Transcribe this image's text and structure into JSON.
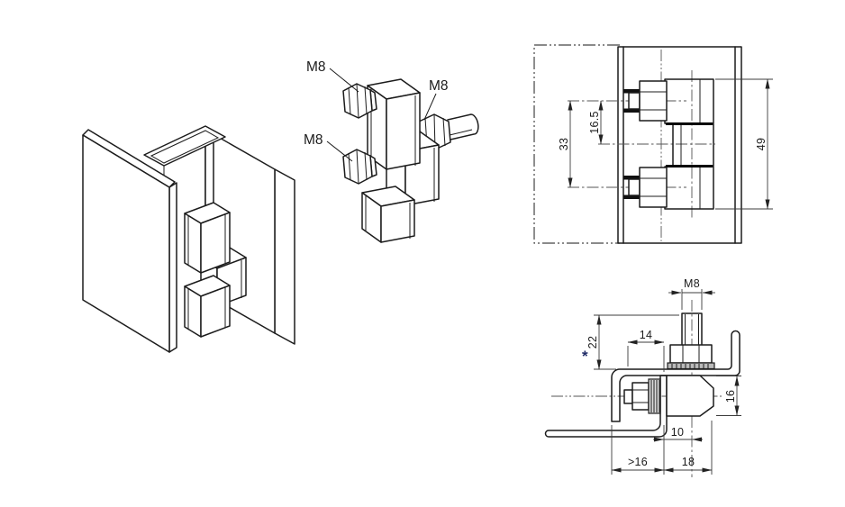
{
  "page": {
    "background": "#ffffff"
  },
  "colors": {
    "object_line": "#1c1c1c",
    "dimension_line": "#3c3c3c",
    "center_line": "#555555",
    "footnote_marker": "#1e2a66"
  },
  "iso_hinge_view": {
    "labels": {
      "top_bolt": "M8",
      "right_bolt": "M8",
      "bottom_bolt": "M8"
    }
  },
  "front_view": {
    "dimensions": {
      "bolt_spacing": "33",
      "bolt_to_center": "16.5",
      "hinge_height": "49"
    }
  },
  "side_view": {
    "dimensions": {
      "thread_size": "M8",
      "stud_length": "22",
      "footnote_marker": "*",
      "wall_offset": "14",
      "leaf_height": "16",
      "hole_offset": "10",
      "min_depth": ">16",
      "leaf_width": "18"
    }
  }
}
